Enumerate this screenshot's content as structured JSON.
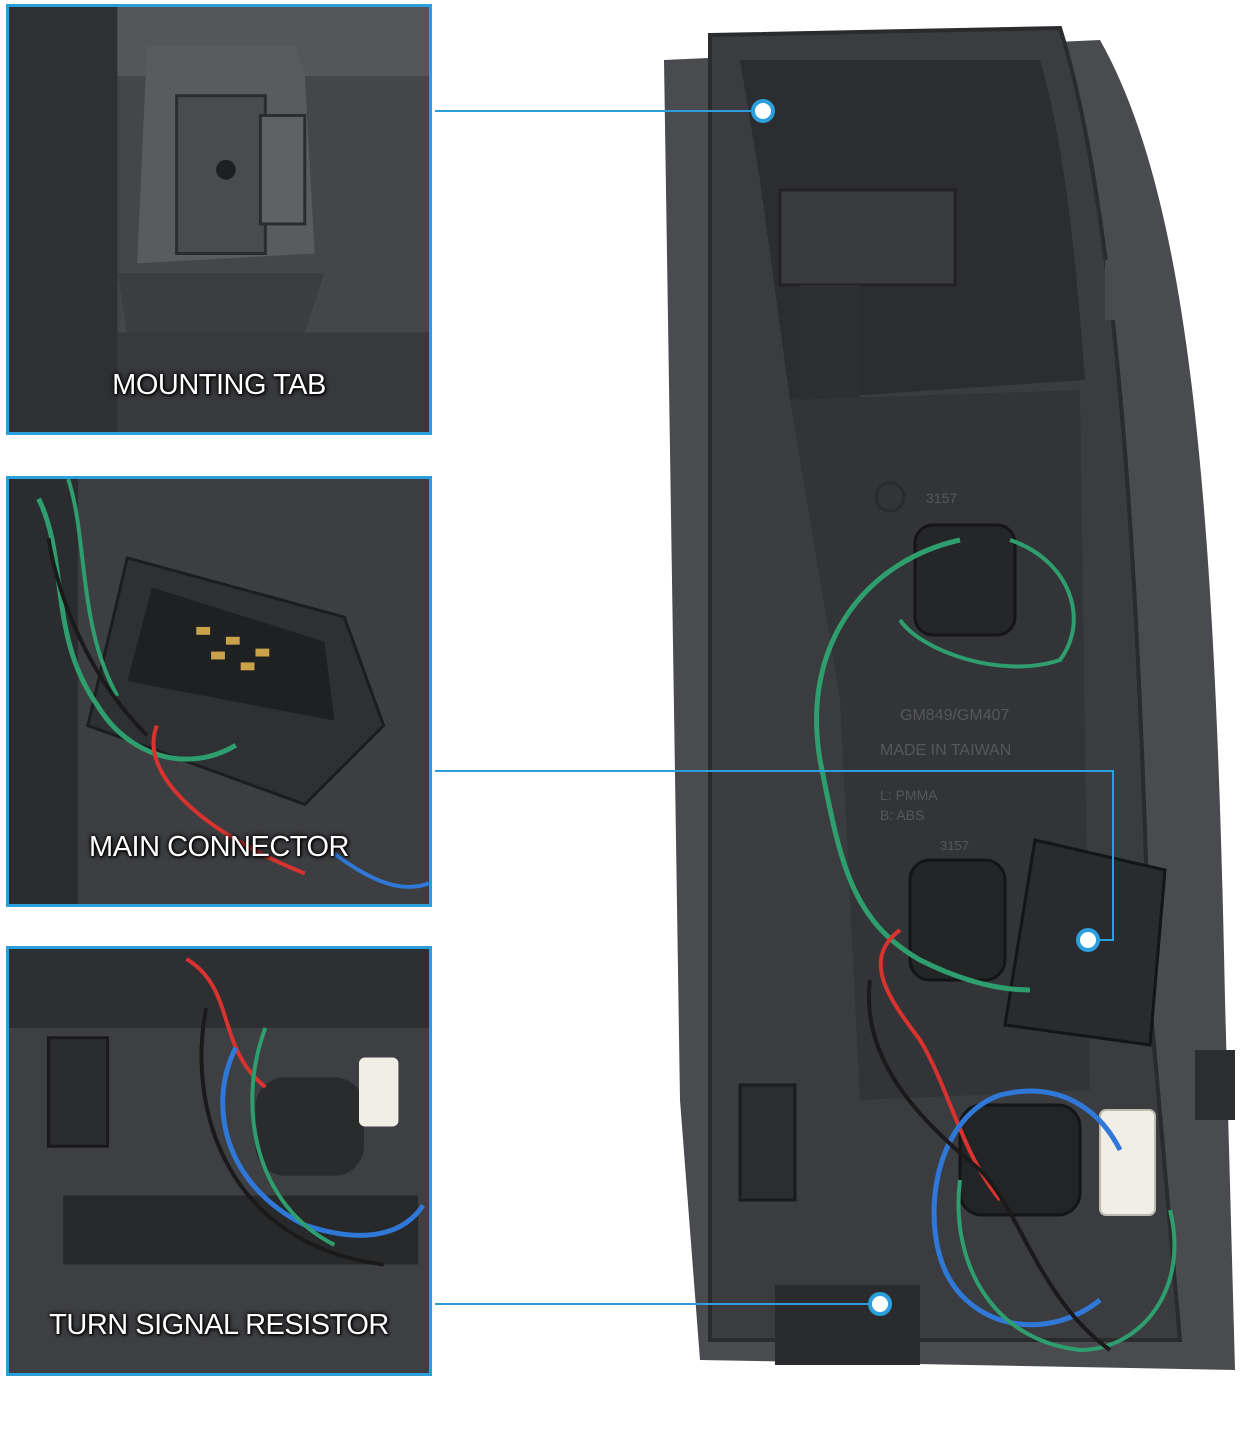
{
  "callouts": [
    {
      "label": "MOUNTING TAB"
    },
    {
      "label": "MAIN CONNECTOR"
    },
    {
      "label": "TURN SIGNAL RESISTOR"
    }
  ],
  "housing_text": {
    "made_in": "MADE IN TAIWAN",
    "part_no": "GM849/GM407",
    "material_a": "L: PMMA",
    "material_b": "B: ABS",
    "bulb": "3157"
  },
  "colors": {
    "accent": "#2a9fdc",
    "housing": "#3b3c3f",
    "wire_green": "#2e9e6e",
    "wire_red": "#d8332e",
    "wire_blue": "#2f78d8",
    "wire_black": "#1a1a1a"
  }
}
